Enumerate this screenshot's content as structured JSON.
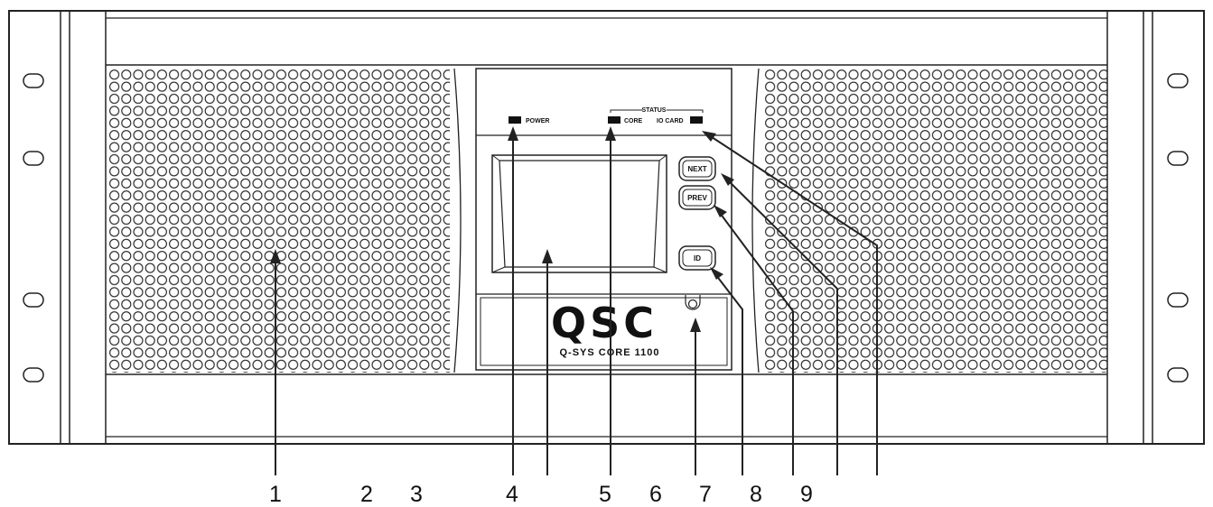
{
  "device": {
    "led_power": "POWER",
    "status_heading": "STATUS",
    "led_core": "CORE",
    "led_io_card": "IO CARD",
    "buttons": {
      "next": "NEXT",
      "prev": "PREV",
      "id": "ID"
    },
    "logo": "QSC",
    "model": "Q-SYS CORE 1100"
  },
  "callouts": [
    "1",
    "2",
    "3",
    "4",
    "5",
    "6",
    "7",
    "8",
    "9"
  ]
}
